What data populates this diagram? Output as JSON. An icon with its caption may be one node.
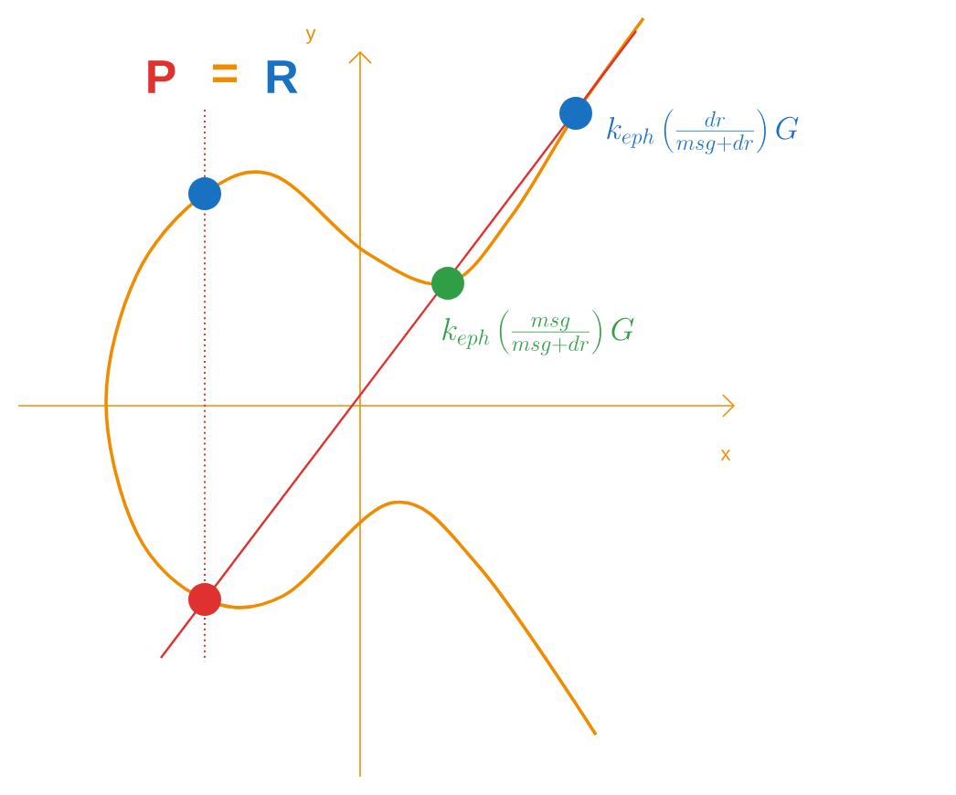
{
  "diagram": {
    "labels": [
      "P",
      "=",
      "R",
      "y",
      "x",
      "k_{eph}\\left(\\frac{dr}{msg + dr}\\right)G",
      "k_{eph}\\left(\\frac{msg}{msg + dr}\\right)G"
    ]
  }
}
